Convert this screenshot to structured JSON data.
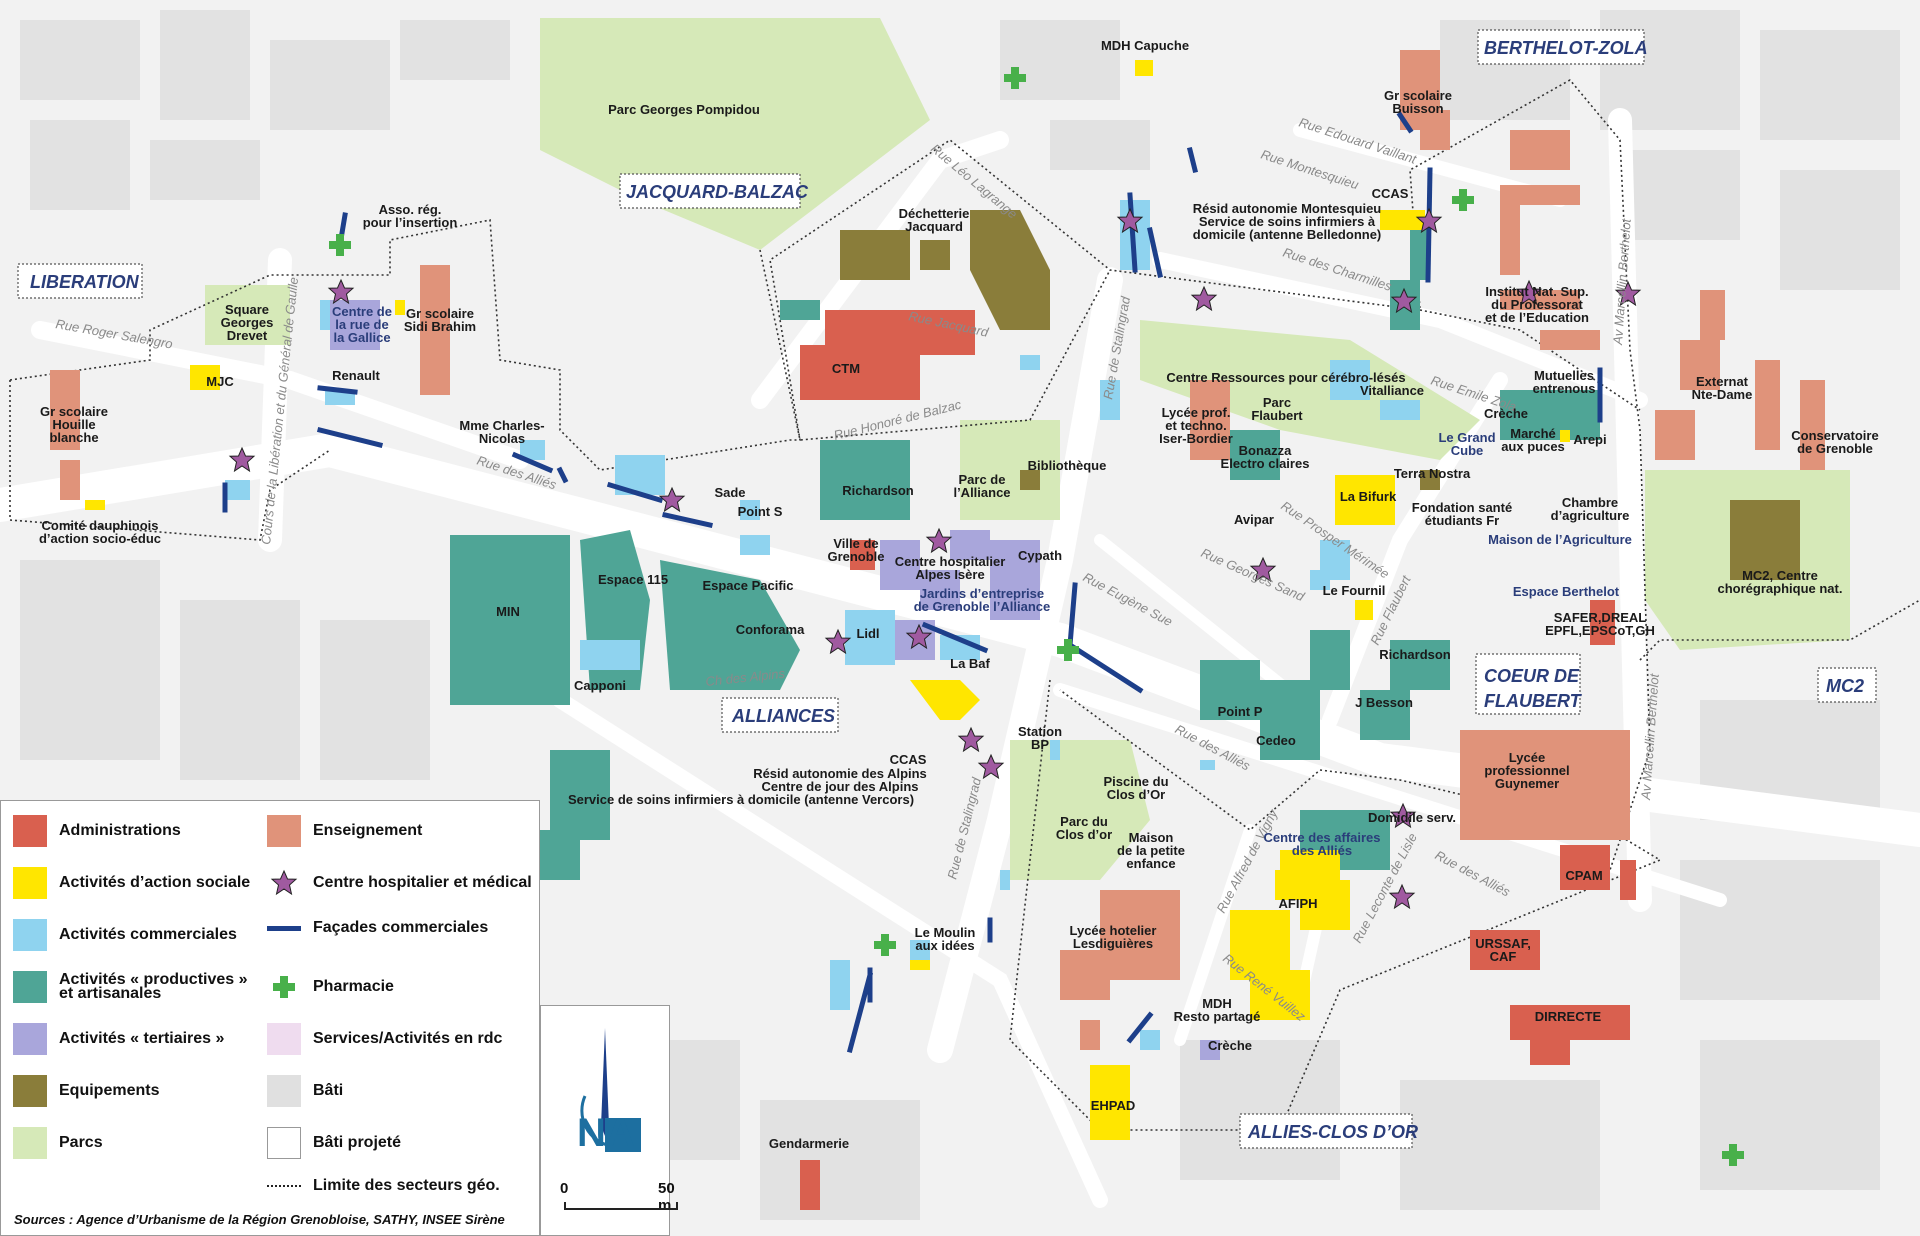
{
  "colors": {
    "administrations": "#d9604f",
    "action_sociale": "#ffe600",
    "commerciales": "#8fd3ef",
    "productives": "#4fa596",
    "tertiaires": "#a9a6db",
    "equipements": "#8a7d3a",
    "parcs": "#d6e9b8",
    "enseignement": "#e0937a",
    "facades": "#1d3f8a",
    "pharmacie": "#48b04a",
    "hospitalier": "#a05aa0",
    "services_rdc": "#efdcef",
    "bati": "#e0e0e0",
    "bati_projete": "#ffffff"
  },
  "sectors": {
    "liberation": "LIBERATION",
    "jacquard_balzac": "JACQUARD-BALZAC",
    "berthelot_zola": "BERTHELOT-ZOLA",
    "alliances": "ALLIANCES",
    "coeur_flaubert_1": "COEUR DE",
    "coeur_flaubert_2": "FLAUBERT",
    "mc2": "MC2",
    "allies_clos_or": "ALLIES-CLOS D’OR"
  },
  "streets": {
    "salengro": "Rue Roger Salengro",
    "liberation": "Cours de la Libération et du Général de Gaulle",
    "allies_w": "Rue des Alliés",
    "leo_lagrange": "Rue Léo Lagrange",
    "jacquard": "Rue Jacquard",
    "balzac": "Rue Honoré de Balzac",
    "stalingrad_n": "Rue de Stalingrad",
    "stalingrad_s": "Rue de Stalingrad",
    "vaillant": "Rue Edouard Vaillant",
    "montesquieu": "Rue Montesquieu",
    "charmilles": "Rue des Charmilles",
    "zola": "Rue Emile Zola",
    "berthelot_n": "Av Marcellin Berthelot",
    "berthelot_m": "Av Marcellin Berthelot",
    "berthelot_s": "Av Marcellin Berthelot",
    "merimee": "Rue Prosper Mérimée",
    "sand": "Rue Georges Sand",
    "flaubert": "Rue Flaubert",
    "eugene_sue": "Rue Eugène Sue",
    "ch_alpins": "Ch des Alpins",
    "allies_m": "Rue des Alliés",
    "allies_e": "Rue des Alliés",
    "vigny": "Rue Alfred de Vigny",
    "vuillez": "Rue René Vuillez",
    "leconte": "Rue Leconte de Lisle"
  },
  "labels": {
    "mdh_capuche": "MDH Capuche",
    "parc_pompidou": "Parc Georges Pompidou",
    "asso_1": "Asso. rég.",
    "asso_2": "pour l’insertion",
    "square_1": "Square",
    "square_2": "Georges",
    "square_3": "Drevet",
    "gallice_1": "Centre de",
    "gallice_2": "la rue de",
    "gallice_3": "la Gallice",
    "sidi_1": "Gr scolaire",
    "sidi_2": "Sidi Brahim",
    "mjc": "MJC",
    "renault": "Renault",
    "houille_1": "Gr scolaire",
    "houille_2": "Houille",
    "houille_3": "blanche",
    "comite_1": "Comité dauphinois",
    "comite_2": "d’action socio-éduc",
    "charles_1": "Mme Charles-",
    "charles_2": "Nicolas",
    "decheterie_1": "Déchetterie",
    "decheterie_2": "Jacquard",
    "ctm": "CTM",
    "buisson_1": "Gr scolaire",
    "buisson_2": "Buisson",
    "ccas_n": "CCAS",
    "montesquieu_1": "Résid autonomie Montesquieu",
    "montesquieu_2": "Service de soins infirmiers à",
    "montesquieu_3": "domicile (antenne Belledonne)",
    "inspe_1": "Institut Nat. Sup.",
    "inspe_2": "du Professorat",
    "inspe_3": "et de l’Education",
    "cerebro_1": "Centre Ressources pour cérébro-lésés",
    "cerebro_2": "Vitalliance",
    "mutuelles_1": "Mutuelles",
    "mutuelles_2": "entrenous",
    "externat_1": "Externat",
    "externat_2": "Nte-Dame",
    "conservatoire_1": "Conservatoire",
    "conservatoire_2": "de Grenoble",
    "lycee_prof_1": "Lycée prof.",
    "lycee_prof_2": "et techno.",
    "lycee_prof_3": "Iser-Bordier",
    "parc_flaubert_1": "Parc",
    "parc_flaubert_2": "Flaubert",
    "creche_n": "Crèche",
    "grand_cube_1": "Le Grand",
    "grand_cube_2": "Cube",
    "marche_1": "Marché",
    "marche_2": "aux puces",
    "arepi": "Arepi",
    "bonazza_1": "Bonazza",
    "bonazza_2": "Electro claires",
    "terra": "Terra Nostra",
    "fondation_1": "Fondation santé",
    "fondation_2": "étudiants Fr",
    "bifurk": "La Bifurk",
    "avipar": "Avipar",
    "chambre_1": "Chambre",
    "chambre_2": "d’agriculture",
    "maison_agri": "Maison de l’Agriculture",
    "mc2_1": "MC2, Centre",
    "mc2_2": "chorégraphique nat.",
    "sade": "Sade",
    "point_s": "Point S",
    "richardson_w": "Richardson",
    "parc_alliance_1": "Parc de",
    "parc_alliance_2": "l’Alliance",
    "bibliotheque": "Bibliothèque",
    "ville_1": "Ville de",
    "ville_2": "Grenoble",
    "chu_1": "Centre hospitalier",
    "chu_2": "Alpes Isère",
    "cypath": "Cypath",
    "jardins_1": "Jardins d’entreprise",
    "jardins_2": "de Grenoble l’Alliance",
    "min": "MIN",
    "espace115": "Espace 115",
    "pacific": "Espace Pacific",
    "conforama": "Conforama",
    "lidl": "Lidl",
    "labaf": "La Baf",
    "capponi": "Capponi",
    "fournil": "Le Fournil",
    "espace_berthelot": "Espace Berthelot",
    "safer_1": "SAFER,DREAL",
    "safer_2": "EPFL,EPSCoT,GH",
    "richardson_e": "Richardson",
    "besson": "J Besson",
    "point_p": "Point P",
    "cedeo": "Cedeo",
    "ccas_s": "CCAS",
    "alpins_1": "Résid autonomie des Alpins",
    "alpins_2": "Centre de jour des Alpins",
    "alpins_3": "Service de soins infirmiers à domicile (antenne Vercors)",
    "station_1": "Station",
    "station_2": "BP",
    "piscine_1": "Piscine du",
    "piscine_2": "Clos d’Or",
    "clos_or_1": "Parc du",
    "clos_or_2": "Clos d’or",
    "maison_enf_1": "Maison",
    "maison_enf_2": "de la petite",
    "maison_enf_3": "enfance",
    "domidile": "Domidile serv.",
    "affaires_1": "Centre des affaires",
    "affaires_2": "des Alliés",
    "lycee_guy_1": "Lycée",
    "lycee_guy_2": "professionnel",
    "lycee_guy_3": "Guynemer",
    "afiph": "AFIPH",
    "cpam": "CPAM",
    "urssaf_1": "URSSAF,",
    "urssaf_2": "CAF",
    "dirrecte": "DIRRECTE",
    "moulin_1": "Le Moulin",
    "moulin_2": "aux idées",
    "lesdiguieres_1": "Lycée hotelier",
    "lesdiguieres_2": "Lesdiguières",
    "mdh_s": "MDH",
    "resto": "Resto partagé",
    "creche_s": "Crèche",
    "ehpad": "EHPAD",
    "gendarmerie": "Gendarmerie"
  },
  "legend": {
    "items": [
      {
        "label": "Administrations",
        "color": "#d9604f"
      },
      {
        "label": "Activités d’action sociale",
        "color": "#ffe600"
      },
      {
        "label": "Activités commerciales",
        "color": "#8fd3ef"
      },
      {
        "label": "Activités « productives »",
        "label2": "et artisanales",
        "color": "#4fa596"
      },
      {
        "label": "Activités « tertiaires »",
        "color": "#a9a6db"
      },
      {
        "label": "Equipements",
        "color": "#8a7d3a"
      },
      {
        "label": "Parcs",
        "color": "#d6e9b8"
      }
    ],
    "items2": [
      {
        "label": "Enseignement",
        "color": "#e0937a"
      },
      {
        "label": "Centre hospitalier et médical",
        "icon": "star-icon"
      },
      {
        "label": "Façades commerciales",
        "icon": "line-icon"
      },
      {
        "label": "Pharmacie",
        "icon": "cross-icon"
      },
      {
        "label": "Services/Activités en rdc",
        "color": "#efdcef"
      },
      {
        "label": "Bâti",
        "color": "#e0e0e0"
      },
      {
        "label": "Bâti projeté",
        "color": "#ffffff"
      }
    ],
    "limit": "Limite des secteurs géo."
  },
  "compass": {
    "letters": "NA"
  },
  "scale": {
    "zero": "0",
    "end": "50 m"
  },
  "sources": "Sources : Agence d’Urbanisme de la Région Grenobloise, SATHY, INSEE Sirène"
}
